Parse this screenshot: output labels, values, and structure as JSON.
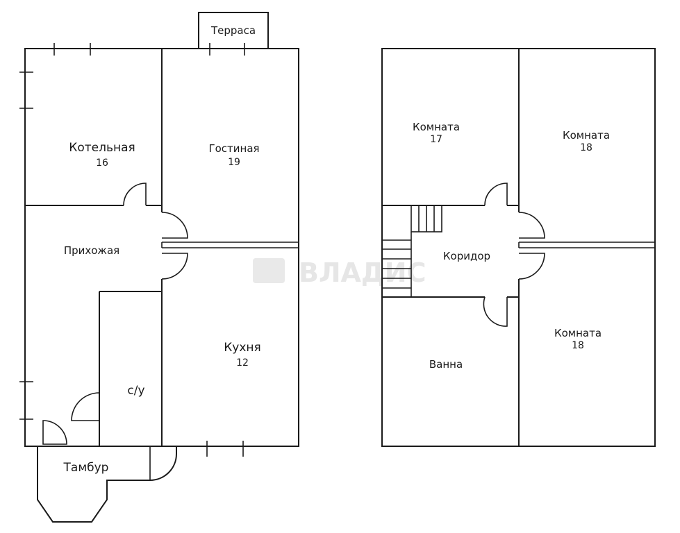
{
  "watermark": "ВЛАДИС",
  "floor1": {
    "terrace": "Терраса",
    "boiler_room": {
      "name": "Котельная",
      "area": "16"
    },
    "living_room": {
      "name": "Гостиная",
      "area": "19"
    },
    "hallway": {
      "name": "Прихожая"
    },
    "kitchen": {
      "name": "Кухня",
      "area": "12"
    },
    "bathroom_wc": {
      "name": "с/у"
    },
    "vestibule": {
      "name": "Тамбур"
    }
  },
  "floor2": {
    "room_a": {
      "name": "Комната",
      "area": "17"
    },
    "room_b": {
      "name": "Комната",
      "area": "18"
    },
    "corridor": {
      "name": "Коридор"
    },
    "bath": {
      "name": "Ванна"
    },
    "room_c": {
      "name": "Комната",
      "area": "18"
    }
  }
}
